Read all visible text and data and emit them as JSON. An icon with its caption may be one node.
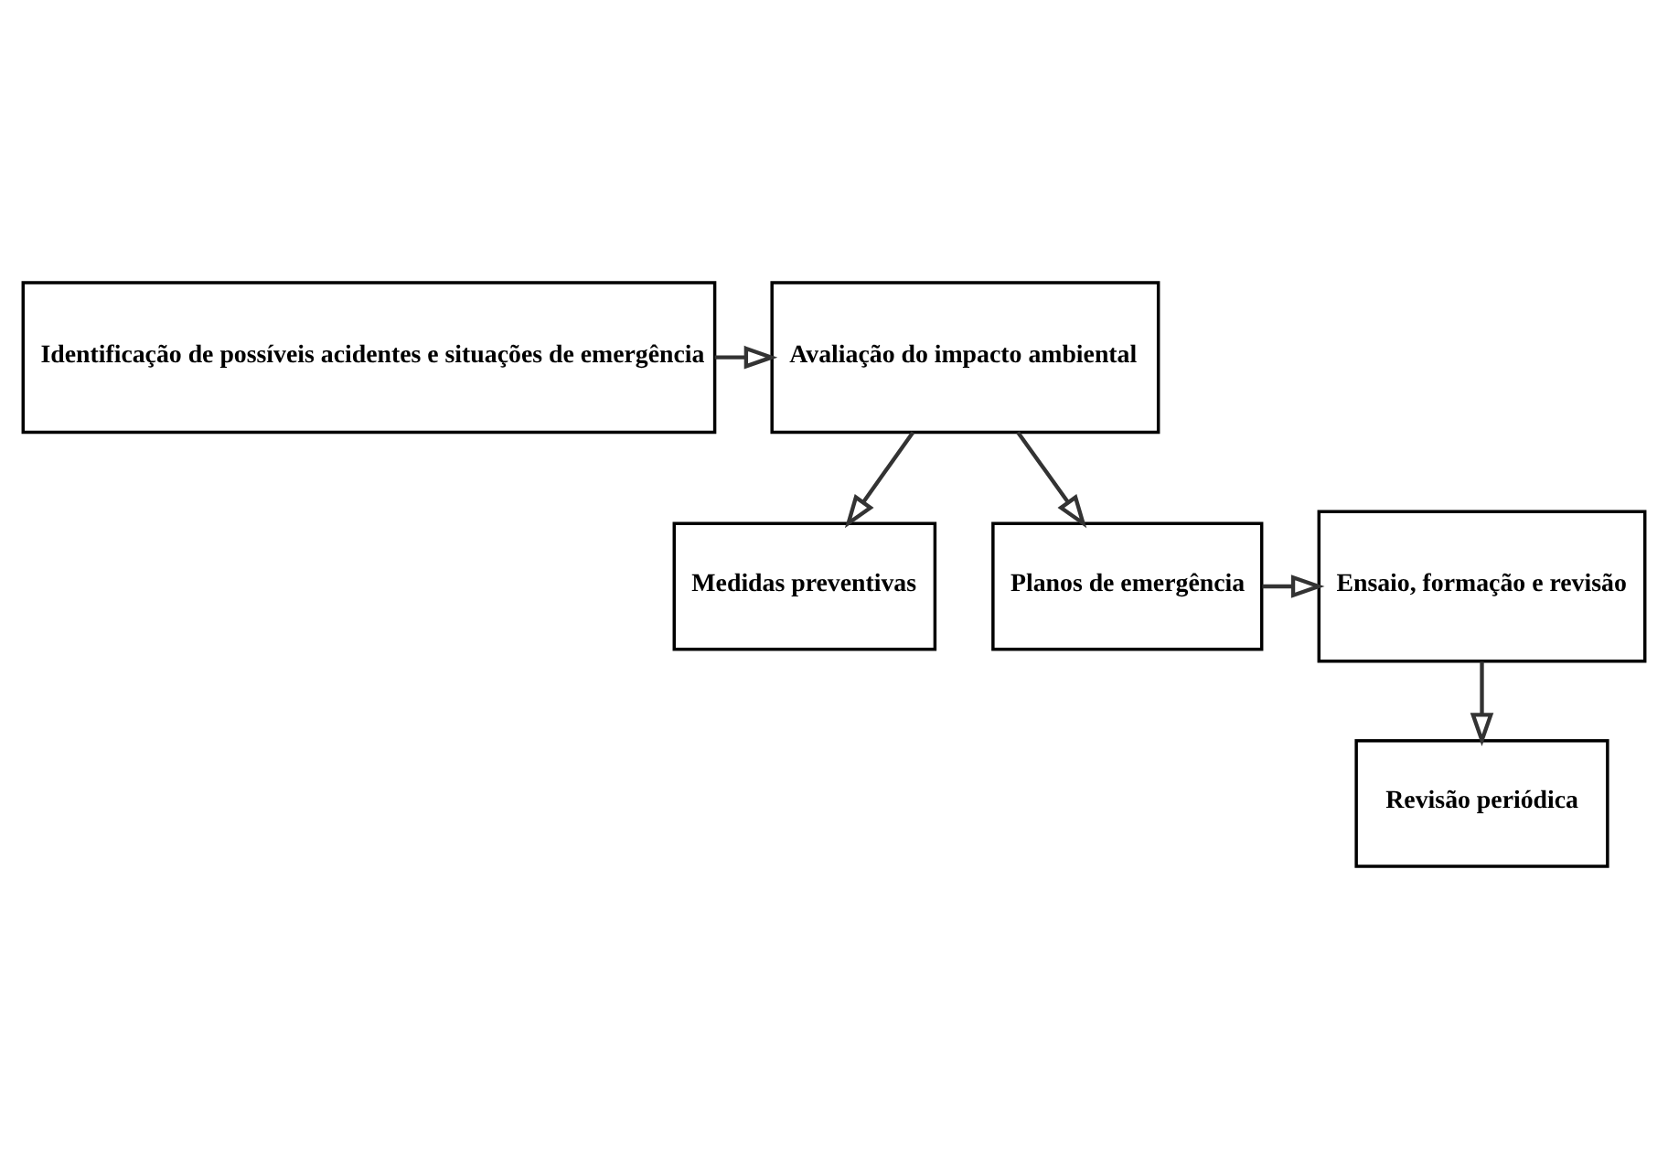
{
  "diagram": {
    "nodes": [
      {
        "text": [
          "Identificação de possíveis acidentes e situações de emergência"
        ]
      },
      {
        "text": [
          "Avaliação do impacto ambiental"
        ]
      },
      {
        "text": [
          "Medidas preventivas"
        ]
      },
      {
        "text": [
          "Planos de emergência"
        ]
      },
      {
        "text": [
          "Ensaio, formação e revisão"
        ]
      },
      {
        "text": [
          "Revisão periódica"
        ]
      }
    ],
    "edges": [
      {
        "from": 0,
        "to": 1,
        "arrow": "to"
      },
      {
        "from": 1,
        "to": 2,
        "arrow": "to"
      },
      {
        "from": 1,
        "to": 3,
        "arrow": "to"
      },
      {
        "from": 3,
        "to": 4,
        "arrow": "to"
      },
      {
        "from": 4,
        "to": 5,
        "arrow": "to"
      }
    ]
  }
}
